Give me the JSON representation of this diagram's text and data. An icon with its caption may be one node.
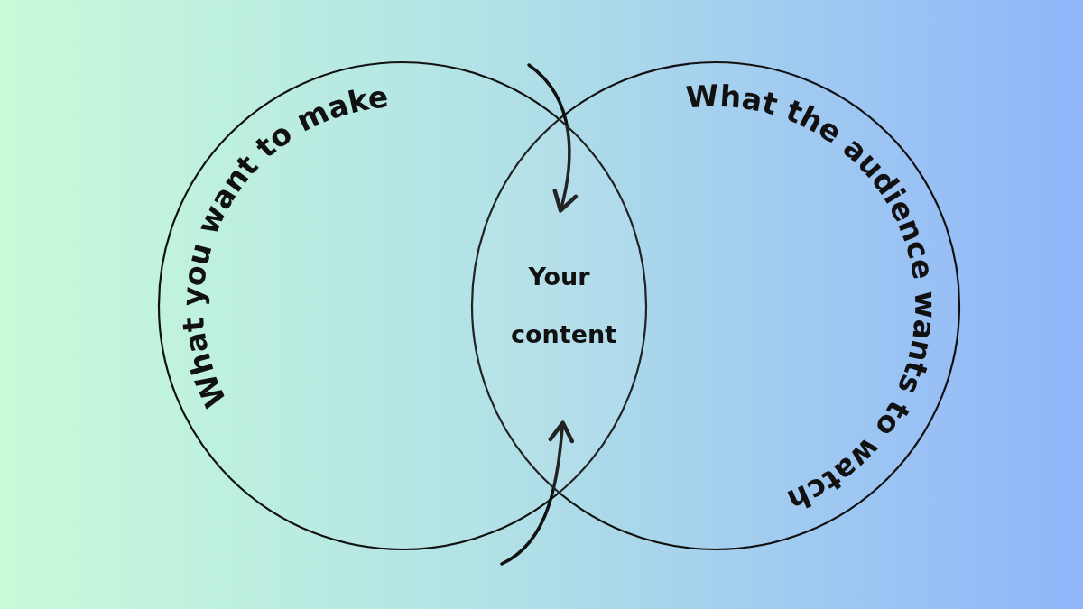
{
  "diagram": {
    "nodes": [
      {
        "text": [
          "What you want to make"
        ]
      },
      {
        "text": [
          "What the audience wants to watch"
        ]
      },
      {
        "text": [
          "Your content"
        ]
      }
    ],
    "edges": [
      {
        "from": null,
        "to": 2,
        "arrow": "to"
      },
      {
        "from": null,
        "to": 2,
        "arrow": "to"
      }
    ]
  }
}
